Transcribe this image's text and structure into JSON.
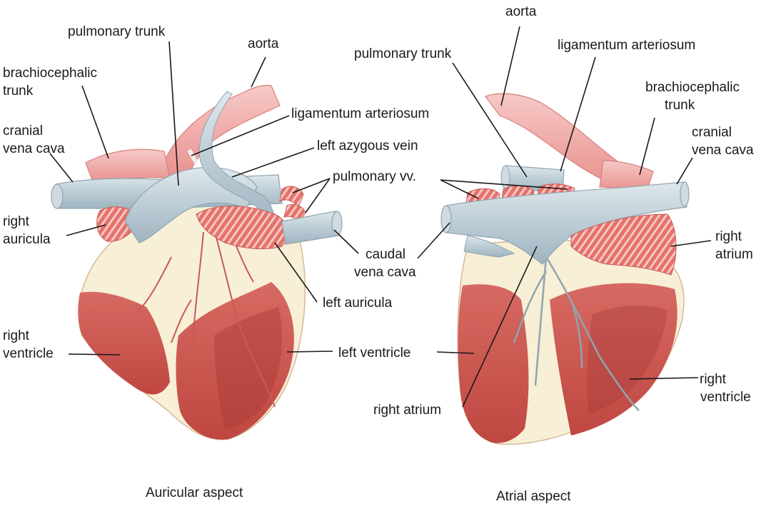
{
  "figure": {
    "left_caption": "Auricular aspect",
    "right_caption": "Atrial aspect",
    "colors": {
      "muscle": "#c7504b",
      "muscle_dark": "#a83a36",
      "fat": "#f7efd6",
      "artery": "#ef9c9a",
      "artery_light": "#f8d3d0",
      "vein": "#b8cad3",
      "vein_light": "#dde7ec",
      "line": "#1a1a1a"
    }
  },
  "left": {
    "pulmonary_trunk": "pulmonary trunk",
    "aorta": "aorta",
    "brachiocephalic_1": "brachiocephalic",
    "brachiocephalic_2": "trunk",
    "cranial_1": "cranial",
    "cranial_2": "vena cava",
    "ligamentum": "ligamentum arteriosum",
    "left_azygous": "left azygous vein",
    "pulmonary_vv": "pulmonary vv.",
    "right_auricula_1": "right",
    "right_auricula_2": "auricula",
    "caudal_1": "caudal",
    "caudal_2": "vena cava",
    "left_auricula": "left auricula",
    "right_ventricle_1": "right",
    "right_ventricle_2": "ventricle",
    "left_ventricle": "left ventricle"
  },
  "right": {
    "aorta": "aorta",
    "pulmonary_trunk": "pulmonary trunk",
    "ligamentum": "ligamentum arteriosum",
    "brachiocephalic_1": "brachiocephalic",
    "brachiocephalic_2": "trunk",
    "cranial_1": "cranial",
    "cranial_2": "vena cava",
    "right_atrium_1": "right",
    "right_atrium_2": "atrium",
    "right_atrium_bottom": "right atrium",
    "right_ventricle_1": "right",
    "right_ventricle_2": "ventricle"
  }
}
